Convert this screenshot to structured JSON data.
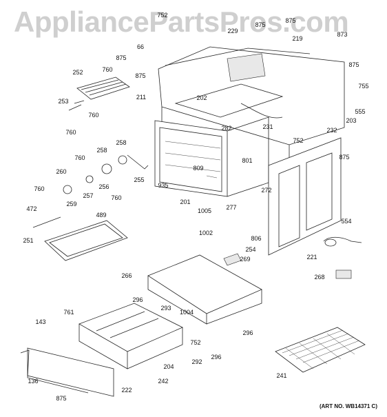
{
  "watermark": "AppliancePartsPros.com",
  "art_number": "(ART NO. WB14371 C)",
  "callouts": [
    {
      "id": "c752a",
      "label": "752"
    },
    {
      "id": "c66",
      "label": "66"
    },
    {
      "id": "c875a",
      "label": "875"
    },
    {
      "id": "c229",
      "label": "229"
    },
    {
      "id": "c875b",
      "label": "875"
    },
    {
      "id": "c875c",
      "label": "875"
    },
    {
      "id": "c219",
      "label": "219"
    },
    {
      "id": "c873",
      "label": "873"
    },
    {
      "id": "c875d",
      "label": "875"
    },
    {
      "id": "c252",
      "label": "252"
    },
    {
      "id": "c760a",
      "label": "760"
    },
    {
      "id": "c875e",
      "label": "875"
    },
    {
      "id": "c211",
      "label": "211"
    },
    {
      "id": "c755",
      "label": "755"
    },
    {
      "id": "c253",
      "label": "253"
    },
    {
      "id": "c202",
      "label": "202"
    },
    {
      "id": "c760b",
      "label": "760"
    },
    {
      "id": "c555",
      "label": "555"
    },
    {
      "id": "c760c",
      "label": "760"
    },
    {
      "id": "c231",
      "label": "231"
    },
    {
      "id": "c203",
      "label": "203"
    },
    {
      "id": "c282",
      "label": "282"
    },
    {
      "id": "c232",
      "label": "232"
    },
    {
      "id": "c752b",
      "label": "752"
    },
    {
      "id": "c258a",
      "label": "258"
    },
    {
      "id": "c875f",
      "label": "875"
    },
    {
      "id": "c760d",
      "label": "760"
    },
    {
      "id": "c258b",
      "label": "258"
    },
    {
      "id": "c801",
      "label": "801"
    },
    {
      "id": "c809",
      "label": "809"
    },
    {
      "id": "c260",
      "label": "260"
    },
    {
      "id": "c255",
      "label": "255"
    },
    {
      "id": "c256",
      "label": "256"
    },
    {
      "id": "c935",
      "label": "935"
    },
    {
      "id": "c272",
      "label": "272"
    },
    {
      "id": "c760e",
      "label": "760"
    },
    {
      "id": "c257",
      "label": "257"
    },
    {
      "id": "c259",
      "label": "259"
    },
    {
      "id": "c760f",
      "label": "760"
    },
    {
      "id": "c201",
      "label": "201"
    },
    {
      "id": "c277",
      "label": "277"
    },
    {
      "id": "c472",
      "label": "472"
    },
    {
      "id": "c1005",
      "label": "1005"
    },
    {
      "id": "c489",
      "label": "489"
    },
    {
      "id": "c554",
      "label": "554"
    },
    {
      "id": "c1002",
      "label": "1002"
    },
    {
      "id": "c806",
      "label": "806"
    },
    {
      "id": "c251",
      "label": "251"
    },
    {
      "id": "c254",
      "label": "254"
    },
    {
      "id": "c221",
      "label": "221"
    },
    {
      "id": "c269",
      "label": "269"
    },
    {
      "id": "c268",
      "label": "268"
    },
    {
      "id": "c266",
      "label": "266"
    },
    {
      "id": "c296a",
      "label": "296"
    },
    {
      "id": "c293",
      "label": "293"
    },
    {
      "id": "c1004",
      "label": "1004"
    },
    {
      "id": "c761",
      "label": "761"
    },
    {
      "id": "c143",
      "label": "143"
    },
    {
      "id": "c296b",
      "label": "296"
    },
    {
      "id": "c752c",
      "label": "752"
    },
    {
      "id": "c292",
      "label": "292"
    },
    {
      "id": "c204",
      "label": "204"
    },
    {
      "id": "c296c",
      "label": "296"
    },
    {
      "id": "c136",
      "label": "136"
    },
    {
      "id": "c242",
      "label": "242"
    },
    {
      "id": "c241",
      "label": "241"
    },
    {
      "id": "c222",
      "label": "222"
    },
    {
      "id": "c875g",
      "label": "875"
    }
  ]
}
